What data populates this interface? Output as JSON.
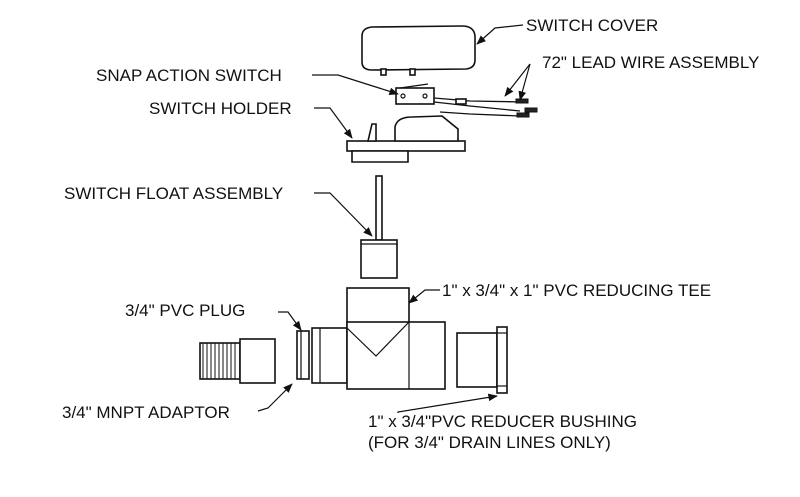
{
  "labels": {
    "switch_cover": "SWITCH COVER",
    "lead_wire": "72\" LEAD WIRE ASSEMBLY",
    "snap_switch": "SNAP ACTION SWITCH",
    "switch_holder": "SWITCH HOLDER",
    "float_assembly": "SWITCH FLOAT ASSEMBLY",
    "reducing_tee": "1\" x 3/4\" x 1\" PVC REDUCING TEE",
    "pvc_plug": "3/4\" PVC PLUG",
    "mnpt_adaptor": "3/4\" MNPT ADAPTOR",
    "reducer_bushing_line1": "1\" x 3/4\"PVC REDUCER BUSHING",
    "reducer_bushing_line2": "(FOR 3/4\" DRAIN LINES ONLY)"
  },
  "colors": {
    "ink": "#111111",
    "background": "#ffffff"
  }
}
